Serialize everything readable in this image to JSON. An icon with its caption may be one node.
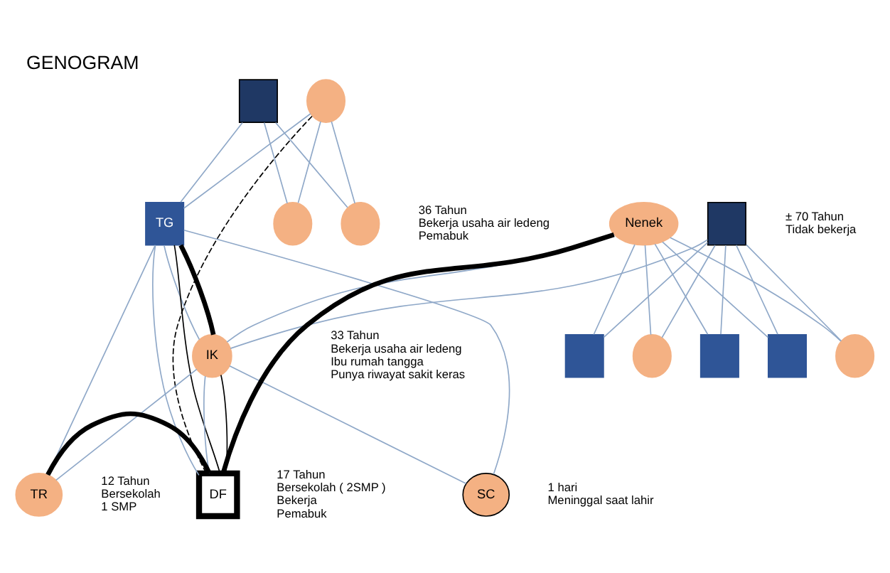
{
  "diagram": {
    "title": "GENOGRAM",
    "nodes": [
      {
        "text": [],
        "shape": "box"
      },
      {
        "text": [],
        "shape": "circle"
      },
      {
        "text": [],
        "shape": "circle"
      },
      {
        "text": [
          "TG"
        ],
        "beside": [
          "36 Tahun",
          "Bekerja usaha air ledeng",
          "Pemabuk"
        ]
      },
      {
        "text": [],
        "shape": "circle"
      },
      {
        "text": [],
        "shape": "box"
      },
      {
        "text": [
          "Nenek"
        ],
        "beside": [
          "± 70 Tahun",
          "Tidak bekerja"
        ]
      },
      {
        "text": [],
        "shape": "circle"
      },
      {
        "text": [],
        "shape": "box"
      },
      {
        "text": [],
        "shape": "box"
      },
      {
        "text": [],
        "shape": "circle"
      },
      {
        "text": [],
        "shape": "box"
      },
      {
        "text": [
          "IK"
        ],
        "beside": [
          "33 Tahun",
          "Bekerja usaha air ledeng",
          "Ibu rumah tangga",
          "Punya riwayat sakit keras"
        ]
      },
      {
        "text": [
          "DF"
        ],
        "beside": [
          "17 Tahun",
          "Bersekolah ( 2SMP )",
          "Bekerja",
          "Pemabuk"
        ]
      },
      {
        "text": [
          "SC"
        ],
        "beside": [
          "1 hari",
          "Meninggal saat lahir"
        ]
      },
      {
        "text": [
          "TR"
        ],
        "beside": [
          "12 Tahun",
          "Bersekolah",
          "1 SMP"
        ]
      }
    ],
    "edges": [
      {
        "from": 0,
        "to": 2,
        "arrow": "none"
      },
      {
        "from": 0,
        "to": 3,
        "arrow": "none"
      },
      {
        "from": 0,
        "to": 4,
        "arrow": "none"
      },
      {
        "from": 1,
        "to": 2,
        "arrow": "none"
      },
      {
        "from": 1,
        "to": 3,
        "arrow": "none"
      },
      {
        "from": 1,
        "to": 4,
        "arrow": "none"
      },
      {
        "from": 5,
        "to": 7,
        "arrow": "none"
      },
      {
        "from": 5,
        "to": 8,
        "arrow": "none"
      },
      {
        "from": 5,
        "to": 9,
        "arrow": "none"
      },
      {
        "from": 5,
        "to": 10,
        "arrow": "none"
      },
      {
        "from": 5,
        "to": 11,
        "arrow": "none"
      },
      {
        "from": 5,
        "to": 12,
        "arrow": "none"
      },
      {
        "from": 6,
        "to": 7,
        "arrow": "none"
      },
      {
        "from": 6,
        "to": 8,
        "arrow": "none"
      },
      {
        "from": 6,
        "to": 9,
        "arrow": "none"
      },
      {
        "from": 6,
        "to": 10,
        "arrow": "none"
      },
      {
        "from": 6,
        "to": 11,
        "arrow": "none"
      },
      {
        "from": 6,
        "to": 12,
        "arrow": "none"
      },
      {
        "from": 3,
        "to": 12,
        "arrow": "none"
      },
      {
        "from": 3,
        "to": 13,
        "arrow": "none"
      },
      {
        "from": 3,
        "to": 14,
        "arrow": "none"
      },
      {
        "from": 3,
        "to": 15,
        "arrow": "none"
      },
      {
        "from": 12,
        "to": 13,
        "arrow": "none"
      },
      {
        "from": 12,
        "to": 14,
        "arrow": "none"
      },
      {
        "from": 12,
        "to": 15,
        "arrow": "none"
      },
      {
        "from": 3,
        "to": 12,
        "arrow": "none",
        "style": "thick",
        "color": "#000000"
      },
      {
        "from": 3,
        "to": 13,
        "arrow": "none",
        "color": "#000000"
      },
      {
        "from": 1,
        "to": 13,
        "arrow": "none",
        "style": "dashed",
        "color": "#000000"
      },
      {
        "from": 13,
        "to": 6,
        "arrow": "none",
        "style": "thick",
        "color": "#000000"
      },
      {
        "from": 13,
        "to": 12,
        "arrow": "none",
        "color": "#000000"
      },
      {
        "from": 13,
        "to": 15,
        "arrow": "none",
        "style": "thick",
        "color": "#000000"
      }
    ]
  }
}
